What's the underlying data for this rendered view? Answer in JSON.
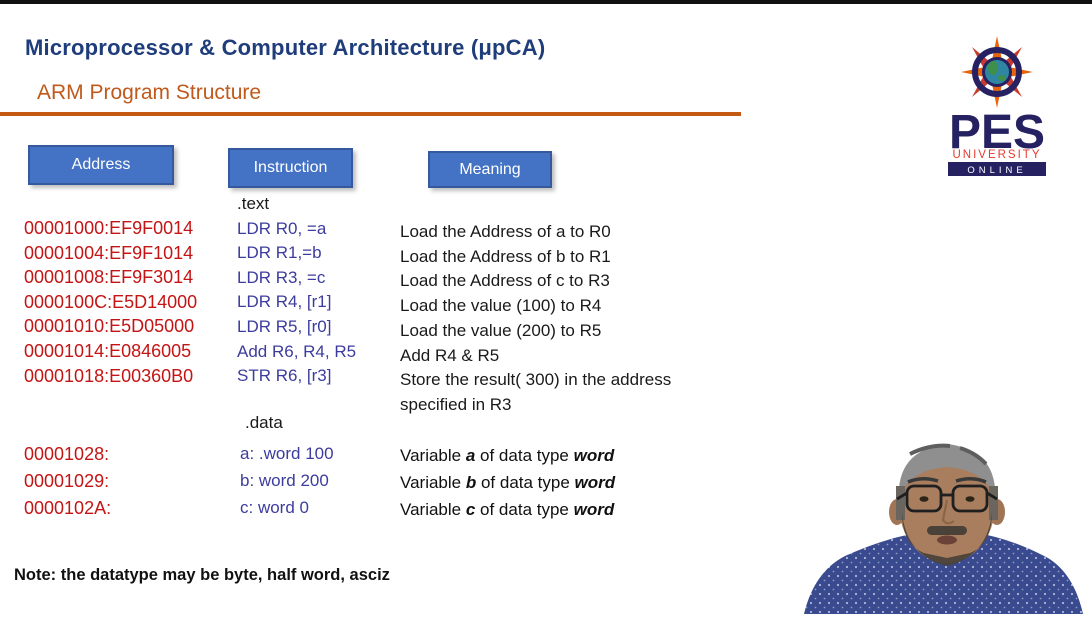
{
  "header": {
    "title": "Microprocessor & Computer Architecture (μpCA)",
    "subtitle": "ARM Program Structure"
  },
  "logo": {
    "acronym": "PES",
    "line1": "UNIVERSITY",
    "line2": "ONLINE"
  },
  "table": {
    "headers": [
      "Address",
      "Instruction",
      "Meaning"
    ],
    "text_section_label": ".text",
    "data_section_label": ".data",
    "code_rows": [
      {
        "address": "00001000:EF9F0014",
        "instruction": "LDR R0, =a",
        "meaning": "Load the Address of a to R0"
      },
      {
        "address": "00001004:EF9F1014",
        "instruction": "LDR R1,=b",
        "meaning": "Load the Address of b to R1"
      },
      {
        "address": "00001008:EF9F3014",
        "instruction": "LDR R3, =c",
        "meaning": "Load the Address of c to R3"
      },
      {
        "address": "0000100C:E5D14000",
        "instruction": "LDR R4, [r1]",
        "meaning": "Load the value (100) to R4"
      },
      {
        "address": "00001010:E5D05000",
        "instruction": "LDR R5, [r0]",
        "meaning": "Load the value (200) to R5"
      },
      {
        "address": "00001014:E0846005",
        "instruction": "Add R6, R4, R5",
        "meaning": "Add R4 & R5"
      },
      {
        "address": "00001018:E00360B0",
        "instruction": "STR R6, [r3]",
        "meaning": "Store the result( 300) in the address\nspecified in R3"
      }
    ],
    "data_rows": [
      {
        "address": "00001028:",
        "instruction": "a: .word 100",
        "meaning_pre": "Variable ",
        "meaning_var": "a",
        "meaning_mid": " of  data type ",
        "meaning_type": "word"
      },
      {
        "address": "00001029:",
        "instruction": "b: word 200",
        "meaning_pre": "Variable ",
        "meaning_var": "b",
        "meaning_mid": " of data type ",
        "meaning_type": "word"
      },
      {
        "address": "0000102A:",
        "instruction": "c: word 0",
        "meaning_pre": "Variable ",
        "meaning_var": "c",
        "meaning_mid": " of data type ",
        "meaning_type": "word"
      }
    ]
  },
  "note": "Note: the datatype may be byte, half word, asciz",
  "colors": {
    "title_blue": "#1F3D7A",
    "accent_orange": "#C45911",
    "header_box_blue": "#4472C4",
    "address_red": "#C41414",
    "instruction_blue": "#3C3C9E",
    "logo_navy": "#262262",
    "logo_red": "#E8392E"
  }
}
